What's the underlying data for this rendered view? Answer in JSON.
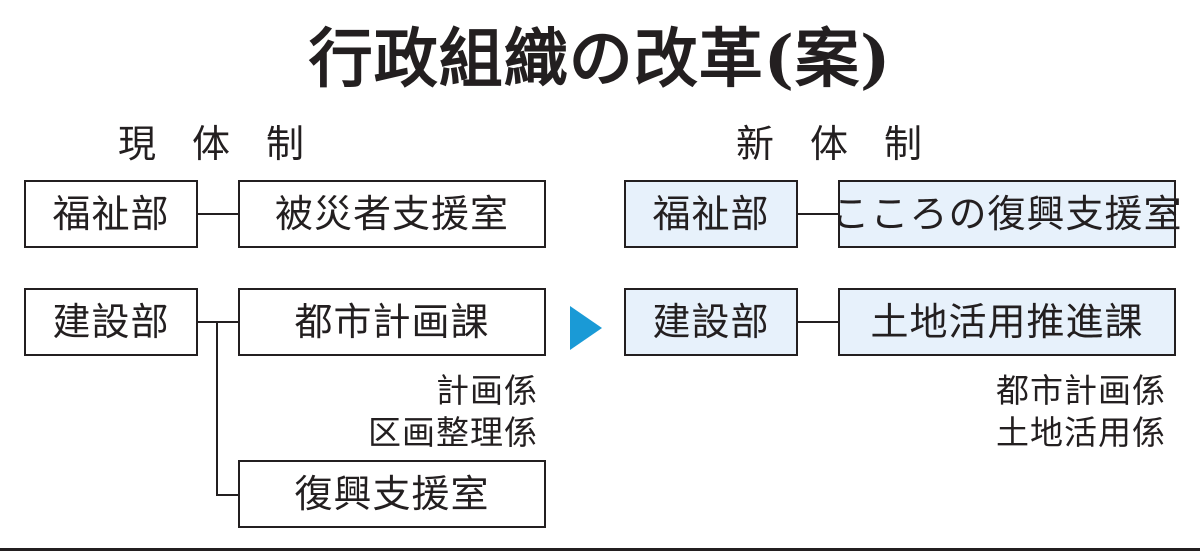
{
  "title": "行政組織の改革(案)",
  "current": {
    "heading": "現体制",
    "welfare_dept": "福祉部",
    "welfare_office": "被災者支援室",
    "construction_dept": "建設部",
    "urban_planning_div": "都市計画課",
    "sections": [
      "計画係",
      "区画整理係"
    ],
    "recovery_office": "復興支援室"
  },
  "new": {
    "heading": "新体制",
    "welfare_dept": "福祉部",
    "welfare_office": "こころの復興支援室",
    "construction_dept": "建設部",
    "land_use_div": "土地活用推進課",
    "sections": [
      "都市計画係",
      "土地活用係"
    ]
  },
  "colors": {
    "arrow": "#1a9ad6",
    "new_box_fill": "#e7f1fb",
    "line": "#231f20"
  }
}
